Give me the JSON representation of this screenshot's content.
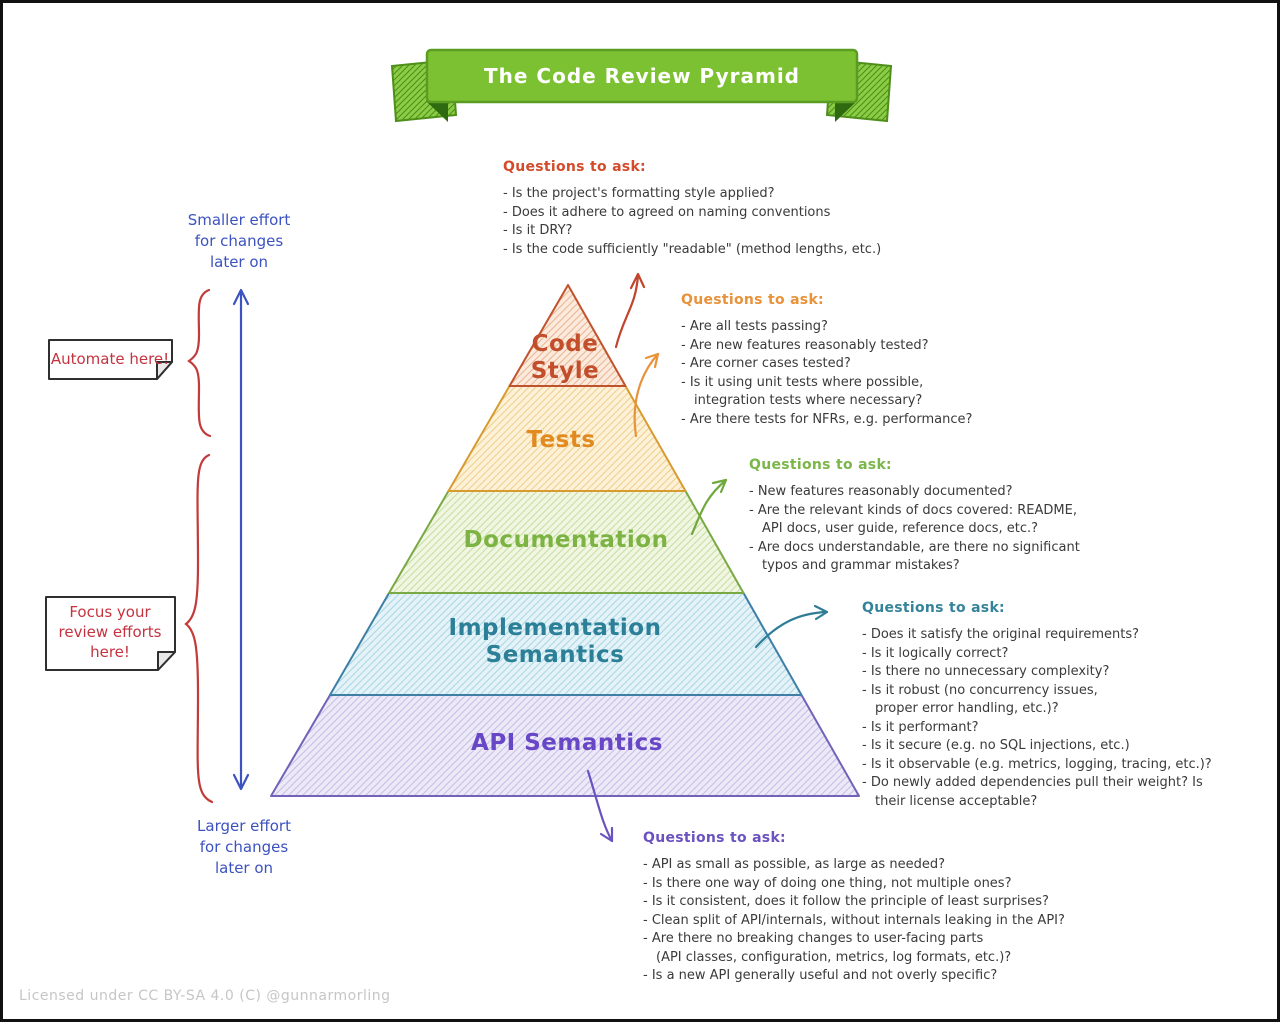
{
  "title": "The Code Review Pyramid",
  "license": "Licensed under CC BY-SA 4.0 (C) @gunnarmorling",
  "effort": {
    "top": "Smaller effort\nfor changes\nlater on",
    "bottom": "Larger effort\nfor changes\nlater on"
  },
  "notes": {
    "automate": "Automate here!",
    "focus": "Focus your\nreview efforts\nhere!"
  },
  "colors": {
    "banner_green": "#7cc131",
    "banner_dark_green": "#2e6b10",
    "annotation_blue": "#3b52c0",
    "annotation_red": "#c4333f"
  },
  "layers": [
    {
      "label": "Code\nStyle",
      "color": "#c24e2b"
    },
    {
      "label": "Tests",
      "color": "#e08a1f"
    },
    {
      "label": "Documentation",
      "color": "#7cb342"
    },
    {
      "label": "Implementation\nSemantics",
      "color": "#2b7f97"
    },
    {
      "label": "API Semantics",
      "color": "#6747c5"
    }
  ],
  "sections": [
    {
      "heading": "Questions to ask:",
      "color": "#d34b2a",
      "items": [
        "Is the project's formatting style applied?",
        "Does it adhere to agreed on naming conventions",
        "Is it DRY?",
        "Is the code sufficiently \"readable\" (method lengths, etc.)"
      ]
    },
    {
      "heading": "Questions to ask:",
      "color": "#e8923a",
      "items": [
        "Are all tests passing?",
        "Are new features reasonably tested?",
        "Are corner cases tested?",
        "Is it using unit tests where possible,\nintegration tests where necessary?",
        "Are there tests for NFRs, e.g. performance?"
      ]
    },
    {
      "heading": "Questions to ask:",
      "color": "#7ab648",
      "items": [
        "New features reasonably documented?",
        "Are the relevant kinds of docs covered: README,\nAPI docs, user guide, reference docs, etc.?",
        "Are docs understandable, are there no significant\ntypos and grammar mistakes?"
      ]
    },
    {
      "heading": "Questions to ask:",
      "color": "#35839b",
      "items": [
        "Does it satisfy the original requirements?",
        "Is it logically correct?",
        "Is there no unnecessary complexity?",
        "Is it robust (no concurrency issues,\nproper error handling, etc.)?",
        "Is it performant?",
        "Is it secure (e.g. no SQL injections, etc.)",
        "Is it observable (e.g. metrics, logging, tracing, etc.)?",
        "Do newly added dependencies pull their weight? Is\ntheir license acceptable?"
      ]
    },
    {
      "heading": "Questions to ask:",
      "color": "#6a52c0",
      "items": [
        "API as small as possible, as large as needed?",
        "Is there one way of doing one thing, not multiple ones?",
        "Is it consistent, does it follow the principle of least surprises?",
        "Clean split of API/internals, without internals leaking in the API?",
        "Are there no breaking changes to user-facing parts\n(API classes, configuration, metrics, log formats, etc.)?",
        "Is a new API generally useful and not overly specific?"
      ]
    }
  ]
}
